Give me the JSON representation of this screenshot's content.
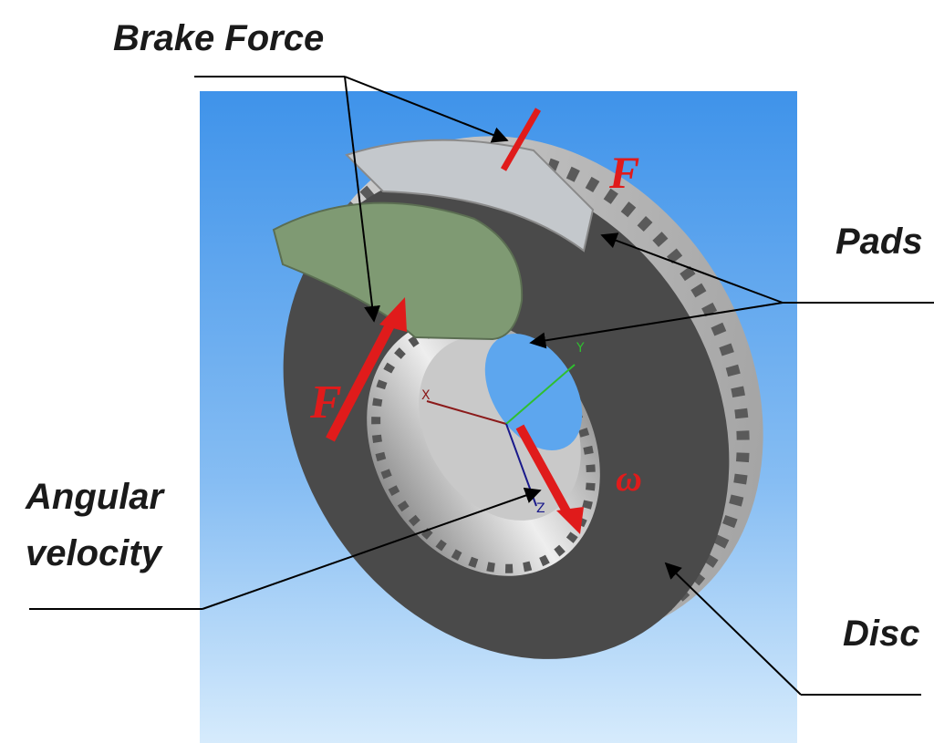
{
  "labels": {
    "brake_force": "Brake Force",
    "pads": "Pads",
    "angular_velocity_line1": "Angular",
    "angular_velocity_line2": "velocity",
    "disc": "Disc"
  },
  "force_symbol": "F",
  "omega_symbol": "ω",
  "axes": {
    "x": "X",
    "y": "Y",
    "z": "Z"
  },
  "colors": {
    "background_top": "#3f93ea",
    "background_bottom": "#d2e8fb",
    "disc_face": "#4a4a4a",
    "disc_edge": "#b9b9b9",
    "pad": "#7f9a73",
    "force_arrow": "#e01b1b",
    "axis_x": "#8b1a1a",
    "axis_y": "#2fbf2f",
    "axis_z": "#1a1a8b"
  }
}
